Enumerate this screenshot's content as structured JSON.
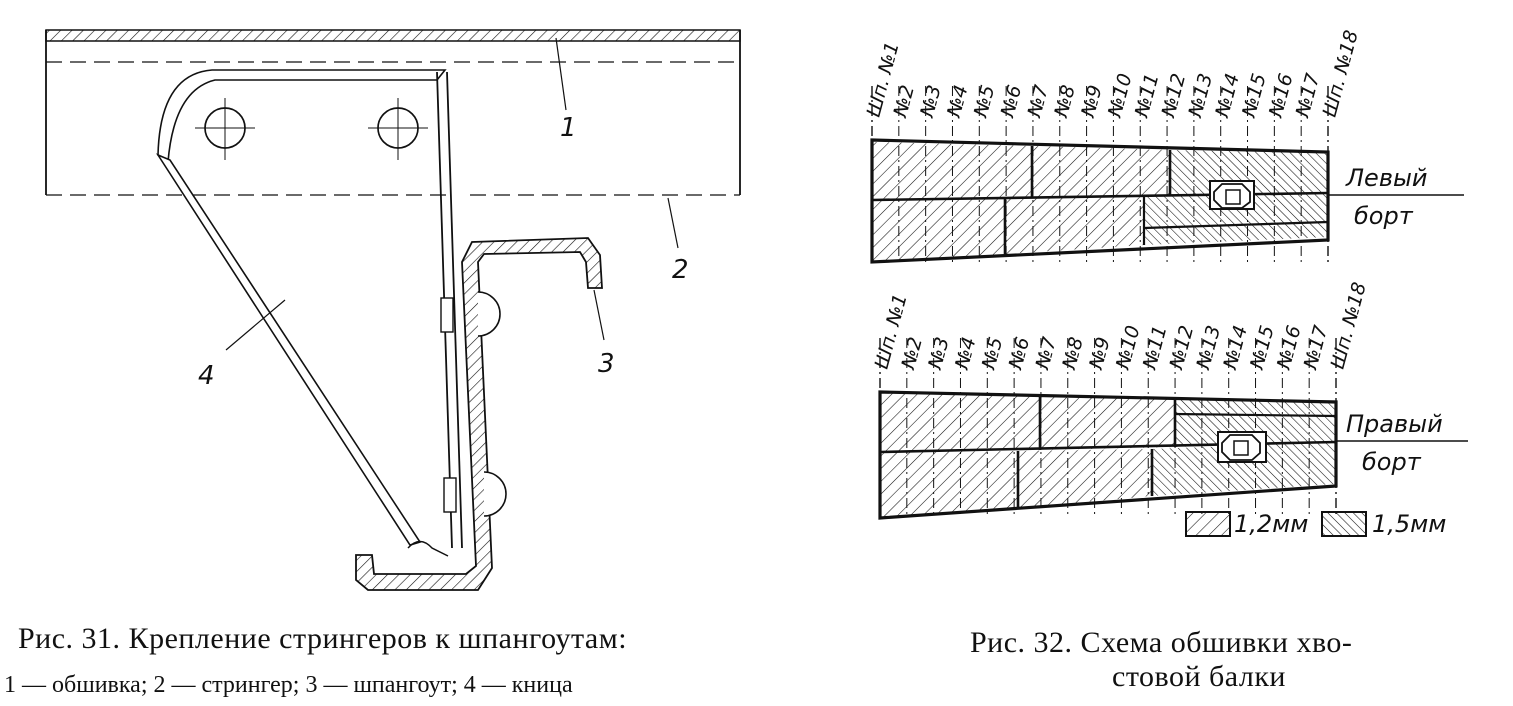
{
  "fig31": {
    "callouts": [
      "1",
      "2",
      "3",
      "4"
    ],
    "caption_title": "Рис. 31. Крепление стрингеров к шпангоутам:",
    "caption_legend": "1 — обшивка; 2 — стрингер; 3 — шпангоут; 4 — кница"
  },
  "fig32": {
    "top_frames": [
      "Шп. №1",
      "№2",
      "№3",
      "№4",
      "№5",
      "№6",
      "№7",
      "№8",
      "№9",
      "№10",
      "№11",
      "№12",
      "№13",
      "№14",
      "№15",
      "№16",
      "№17",
      "Шп. №18"
    ],
    "bottom_frames": [
      "Шп. №1",
      "№2",
      "№3",
      "№4",
      "№5",
      "№6",
      "№7",
      "№8",
      "№9",
      "№10",
      "№11",
      "№12",
      "№13",
      "№14",
      "№15",
      "№16",
      "№17",
      "Шп. №18"
    ],
    "left_side_label": [
      "Левый",
      "борт"
    ],
    "right_side_label": [
      "Правый",
      "борт"
    ],
    "legend": {
      "thin": "1,2мм",
      "thick": "1,5мм"
    },
    "caption_line1": "Рис. 32. Схема обшивки хво-",
    "caption_line2": "стовой балки"
  }
}
